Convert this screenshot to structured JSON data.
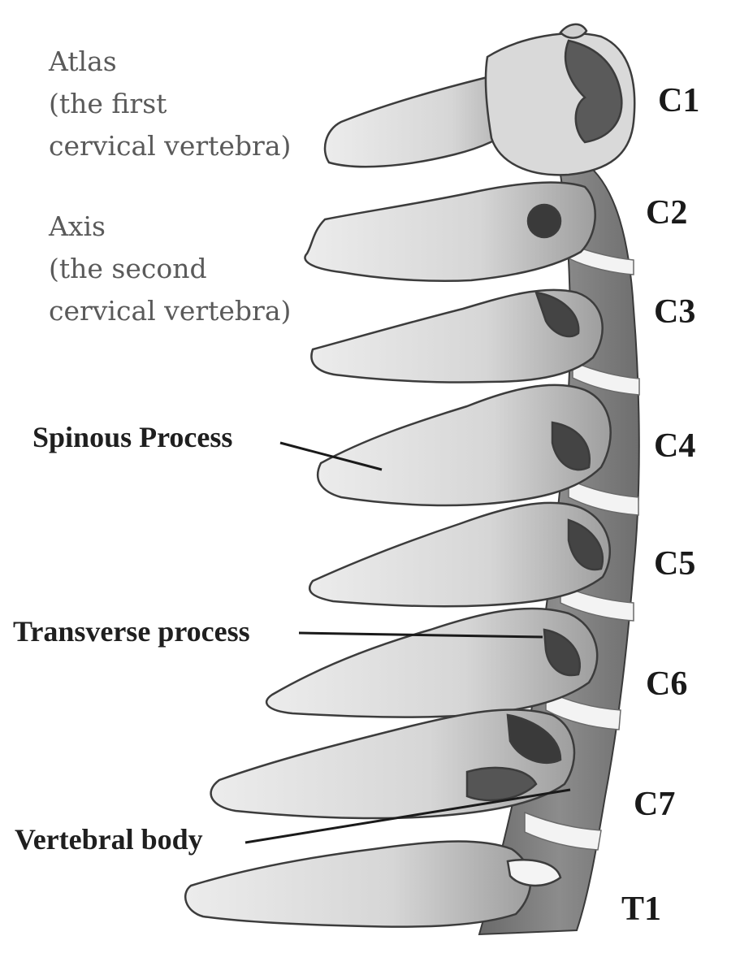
{
  "labels": {
    "atlas": [
      "Atlas",
      "(the first",
      "cervical vertebra)"
    ],
    "axis": [
      "Axis",
      "(the second",
      "cervical vertebra)"
    ],
    "spinous": "Spinous Process",
    "transverse": "Transverse process",
    "body": "Vertebral body"
  },
  "levels": [
    "C1",
    "C2",
    "C3",
    "C4",
    "C5",
    "C6",
    "C7",
    "T1"
  ],
  "colors": {
    "bone_light": "#e4e4e4",
    "bone_mid": "#bdbdbd",
    "bone_dark": "#4a4a4a",
    "disc": "#f2f2f2",
    "body_shade": "#7d7d7d"
  }
}
